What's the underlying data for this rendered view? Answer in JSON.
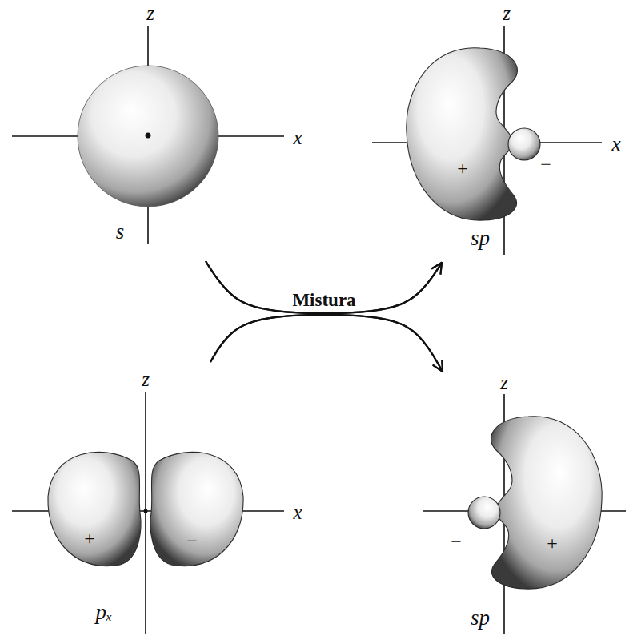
{
  "diagram": {
    "nodes": [
      {
        "text": [
          "s"
        ]
      },
      {
        "text": [
          "+",
          "−",
          "sp"
        ]
      },
      {
        "text": [
          "+",
          "−",
          "pₓ"
        ]
      },
      {
        "text": [
          "−",
          "+",
          "sp"
        ]
      }
    ],
    "edges": [
      {
        "from": 0,
        "to": 1,
        "arrow": "to",
        "label": "Mistura"
      },
      {
        "from": 0,
        "to": 3,
        "arrow": "to"
      },
      {
        "from": 2,
        "to": 1,
        "arrow": "to"
      },
      {
        "from": 2,
        "to": 3,
        "arrow": "to"
      }
    ],
    "labels": [
      "z",
      "x",
      "z",
      "x",
      "z",
      "x",
      "z"
    ]
  }
}
